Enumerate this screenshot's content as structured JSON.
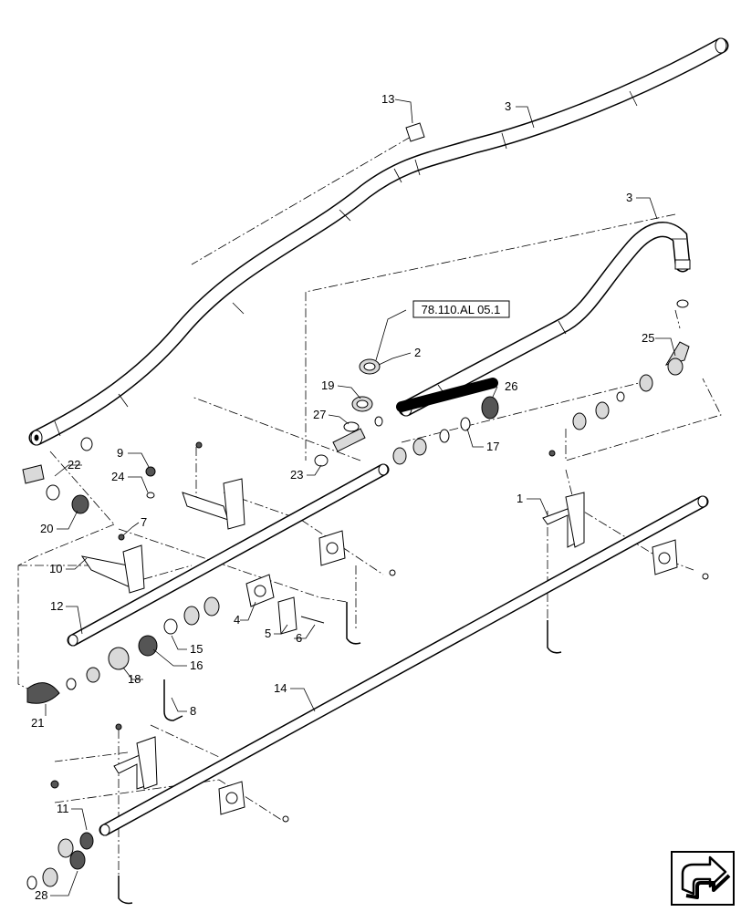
{
  "reference_box": {
    "text": "78.110.AL 05.1"
  },
  "callouts": [
    {
      "id": "c13",
      "text": "13"
    },
    {
      "id": "c3a",
      "text": "3"
    },
    {
      "id": "c3b",
      "text": "3"
    },
    {
      "id": "c2",
      "text": "2"
    },
    {
      "id": "c19",
      "text": "19"
    },
    {
      "id": "c27",
      "text": "27"
    },
    {
      "id": "c23",
      "text": "23"
    },
    {
      "id": "c26",
      "text": "26"
    },
    {
      "id": "c17",
      "text": "17"
    },
    {
      "id": "c25",
      "text": "25"
    },
    {
      "id": "c22",
      "text": "22"
    },
    {
      "id": "c9",
      "text": "9"
    },
    {
      "id": "c24",
      "text": "24"
    },
    {
      "id": "c20",
      "text": "20"
    },
    {
      "id": "c7",
      "text": "7"
    },
    {
      "id": "c10",
      "text": "10"
    },
    {
      "id": "c1",
      "text": "1"
    },
    {
      "id": "c12",
      "text": "12"
    },
    {
      "id": "c4",
      "text": "4"
    },
    {
      "id": "c5",
      "text": "5"
    },
    {
      "id": "c6",
      "text": "6"
    },
    {
      "id": "c15",
      "text": "15"
    },
    {
      "id": "c16",
      "text": "16"
    },
    {
      "id": "c18",
      "text": "18"
    },
    {
      "id": "c8",
      "text": "8"
    },
    {
      "id": "c14",
      "text": "14"
    },
    {
      "id": "c21",
      "text": "21"
    },
    {
      "id": "c11",
      "text": "11"
    },
    {
      "id": "c28",
      "text": "28"
    }
  ],
  "nav_icon": "next-page-arrow-icon",
  "colors": {
    "line": "#000000",
    "tube_fill": "#ffffff",
    "tube_band": "#d9d9d9",
    "part_fill": "#f2f2f2"
  }
}
